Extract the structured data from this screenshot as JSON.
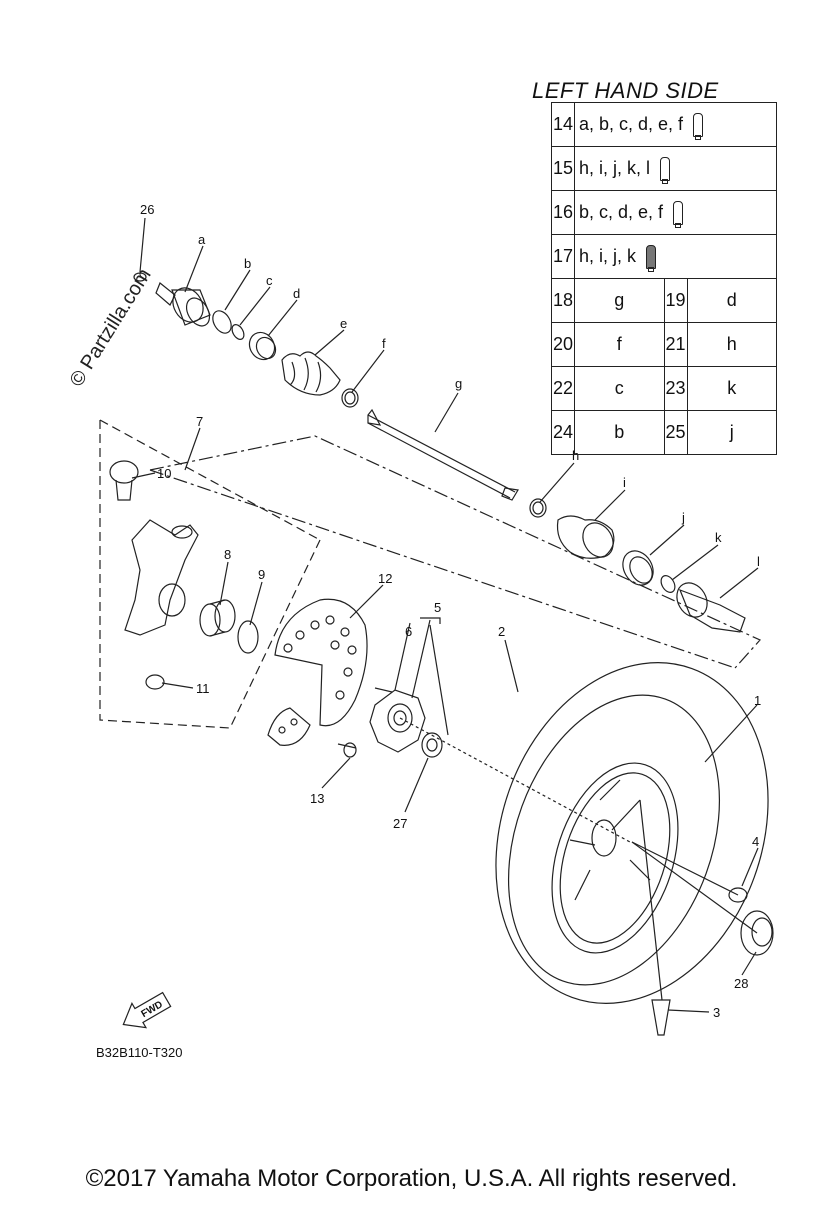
{
  "table": {
    "title": "LEFT HAND SIDE",
    "full_rows": [
      {
        "num": "14",
        "text": "a, b, c, d, e, f",
        "icon": "grease-tube-icon"
      },
      {
        "num": "15",
        "text": "h, i, j, k, l",
        "icon": "grease-tube-icon"
      },
      {
        "num": "16",
        "text": "b, c, d, e, f",
        "icon": "grease-tube-icon"
      },
      {
        "num": "17",
        "text": "h, i, j, k",
        "icon": "grease-tube-dark-icon"
      }
    ],
    "pair_rows": [
      {
        "n1": "18",
        "v1": "g",
        "n2": "19",
        "v2": "d"
      },
      {
        "n1": "20",
        "v1": "f",
        "n2": "21",
        "v2": "h"
      },
      {
        "n1": "22",
        "v1": "c",
        "n2": "23",
        "v2": "k"
      },
      {
        "n1": "24",
        "v1": "b",
        "n2": "25",
        "v2": "j"
      }
    ]
  },
  "callouts": {
    "c1": "1",
    "c2": "2",
    "c3": "3",
    "c4": "4",
    "c5": "5",
    "c6": "6",
    "c7": "7",
    "c8": "8",
    "c9": "9",
    "c10": "10",
    "c11": "11",
    "c12": "12",
    "c13": "13",
    "c26": "26",
    "c27": "27",
    "c28": "28",
    "la": "a",
    "lb": "b",
    "lc": "c",
    "ld": "d",
    "le": "e",
    "lf": "f",
    "lg": "g",
    "lh": "h",
    "li": "i",
    "lj": "j",
    "lk": "k",
    "ll": "l"
  },
  "fwd_label": "FWD",
  "watermark": "© Partzilla.com",
  "reference_code": "B32B110-T320",
  "copyright": "©2017  Yamaha Motor Corporation, U.S.A. All rights reserved."
}
